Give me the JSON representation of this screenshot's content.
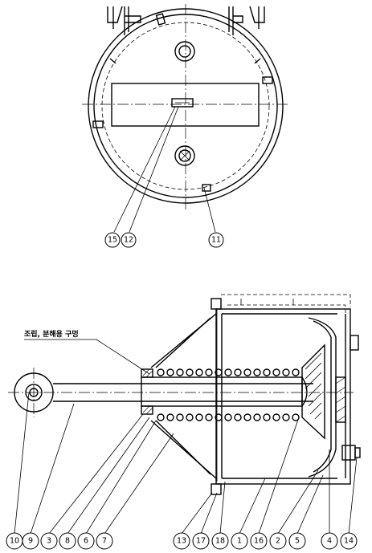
{
  "note": "조립, 분해용 구멍",
  "top_view_balloons": [
    "15",
    "12",
    "11"
  ],
  "section_view_balloons": [
    "10",
    "9",
    "3",
    "8",
    "6",
    "7",
    "13",
    "17",
    "18",
    "1",
    "16",
    "2",
    "5",
    "4",
    "14"
  ]
}
